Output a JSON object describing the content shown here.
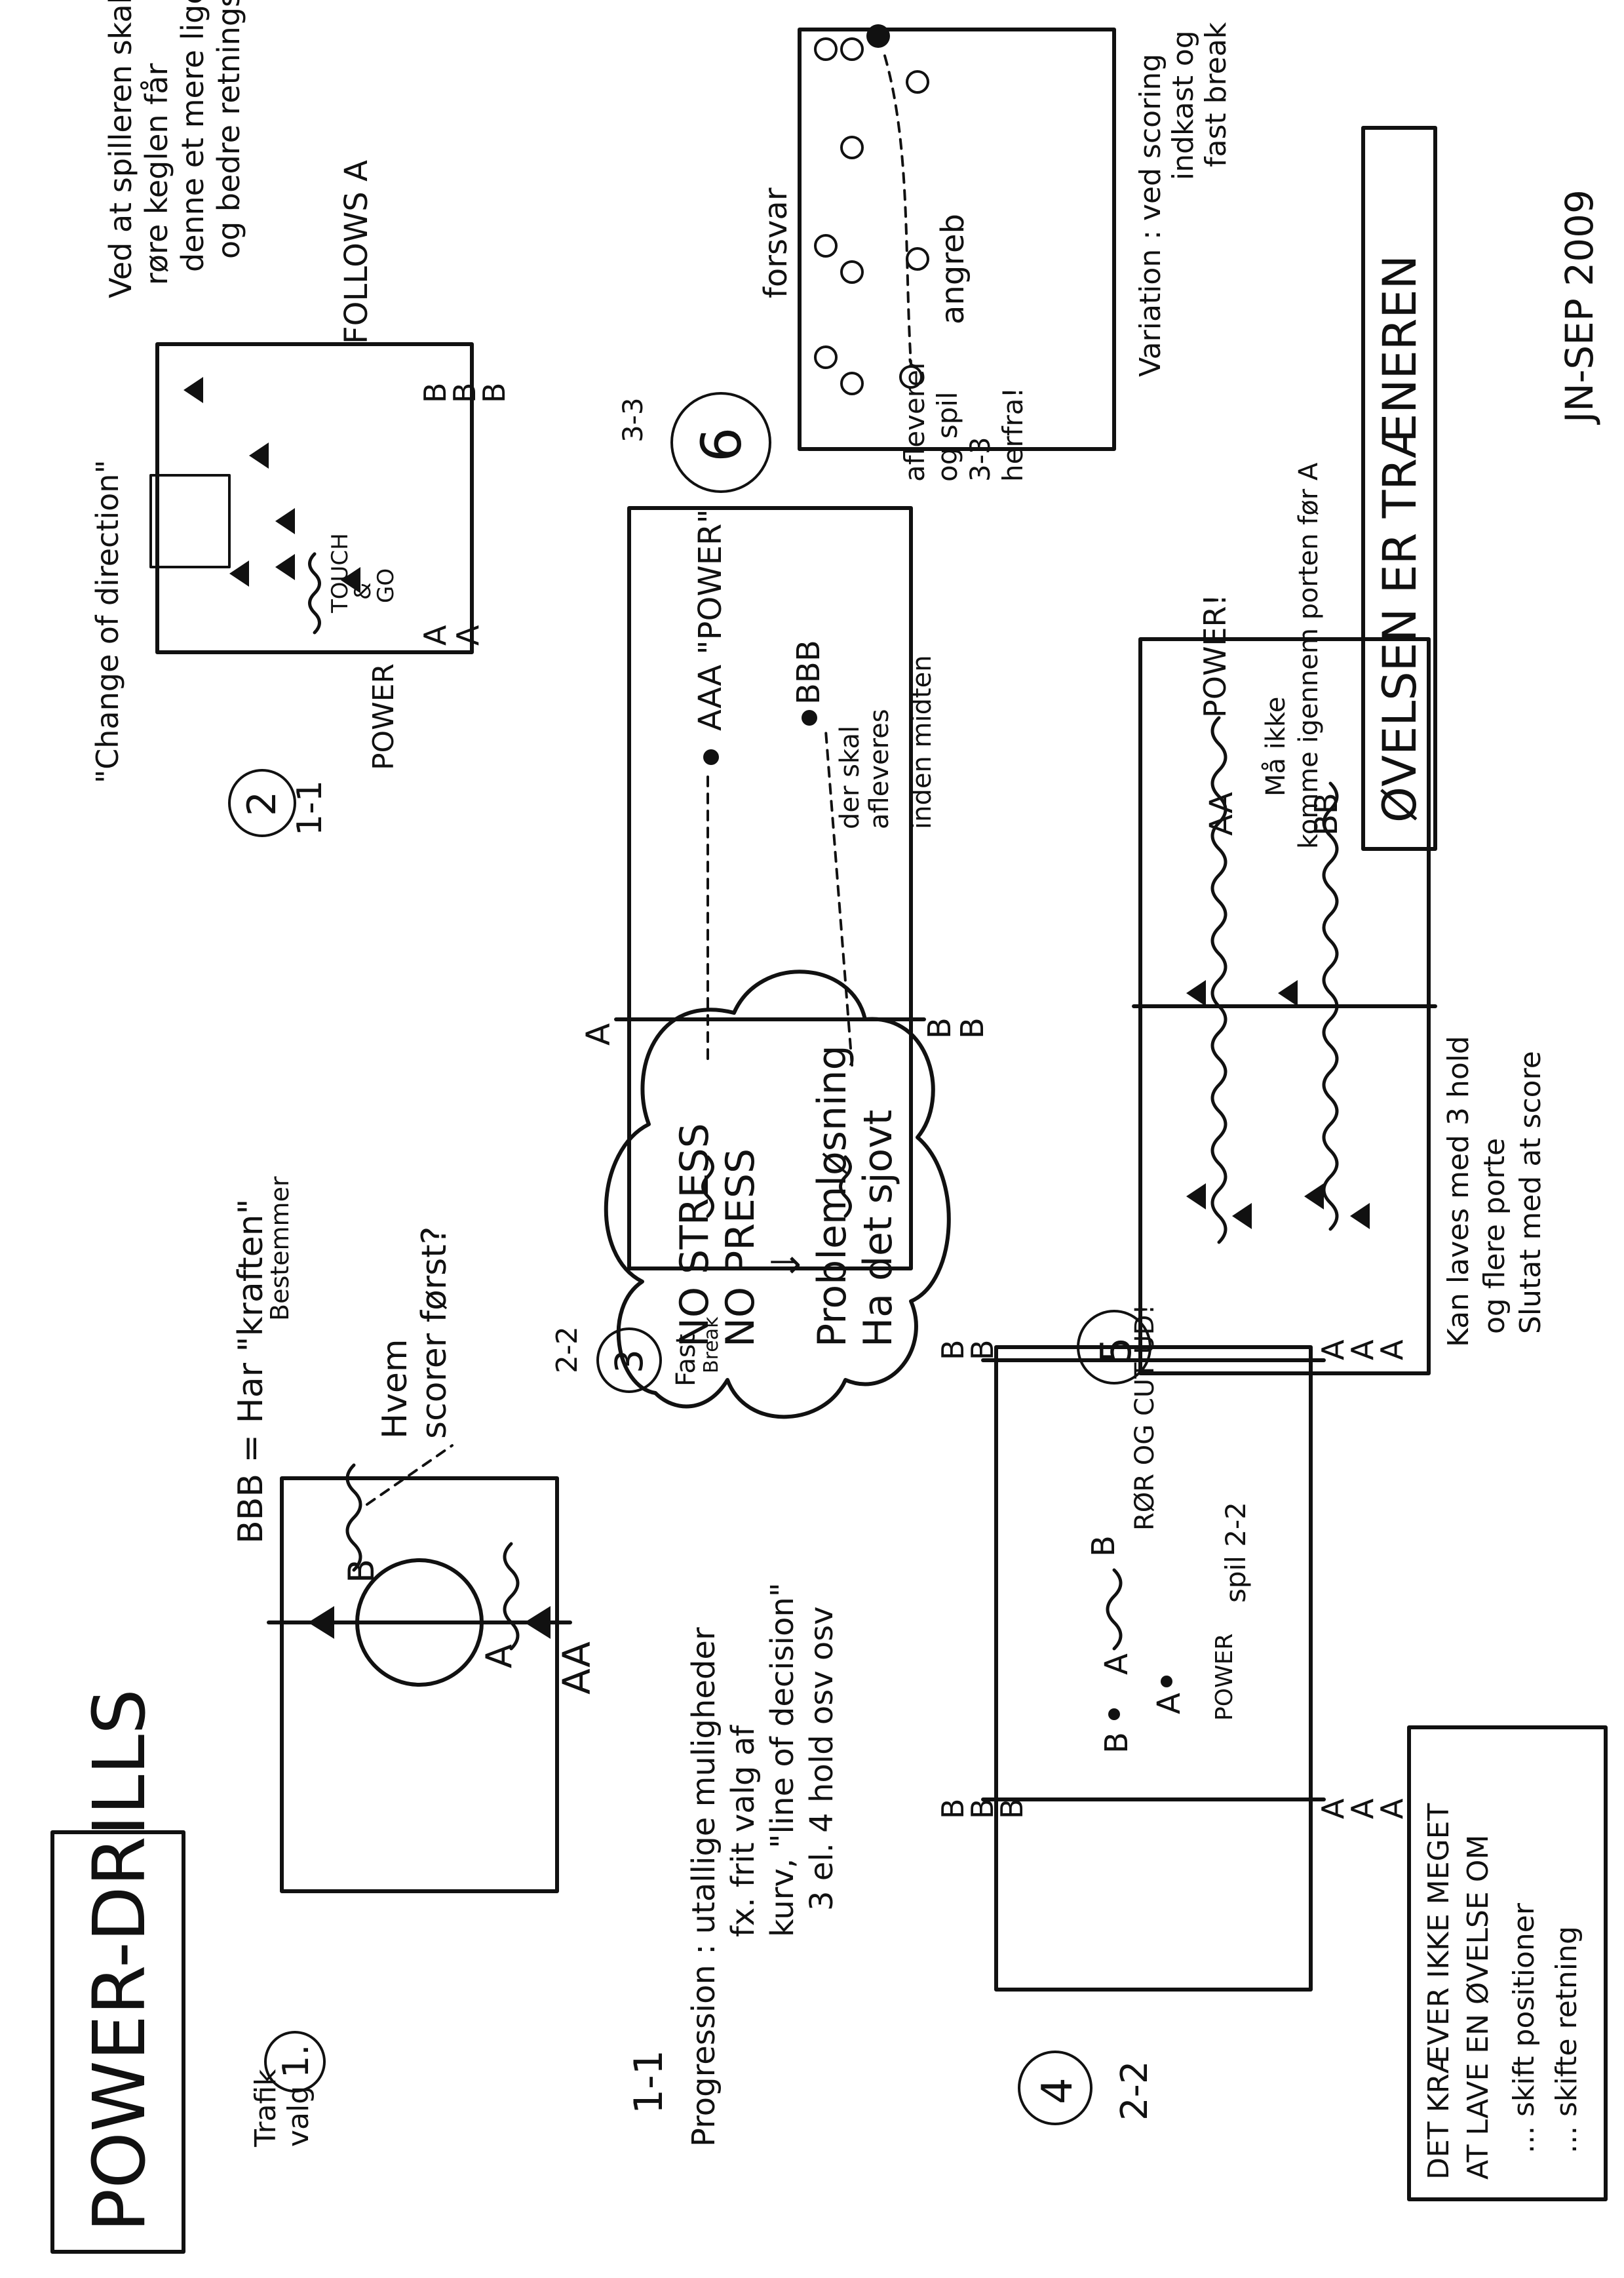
{
  "title": "POWER-DRILLS",
  "date": "JN-SEP 2009",
  "note_no_stress": {
    "line1": "NO STRESS",
    "line2": "NO PRESS",
    "arrow": "⇓",
    "line3": "Problemløsning",
    "line4": "Ha det sjovt"
  },
  "drill1": {
    "number": "1.",
    "side_label_1": "Trafik",
    "side_label_2": "valg",
    "mode": "1-1",
    "bbb_line": "BBB = Har \"kraften\"",
    "bbb_sub": "Bestemmer",
    "who_scores_1": "Hvem",
    "who_scores_2": "scorer først?",
    "b_label": "B",
    "a_label": "A",
    "aa_label": "AA",
    "progression_1": "Progression : utallige muligheder",
    "progression_2": "fx. frit valg af",
    "progression_3": "kurv, \"line of decision\"",
    "progression_4": "3 el. 4 hold osv osv"
  },
  "drill2": {
    "number": "2",
    "mode": "1-1",
    "heading": "\"Change of direction\"",
    "touch_1": "TOUCH",
    "touch_2": "&",
    "touch_3": "GO",
    "power_label": "POWER",
    "a1": "A",
    "a2": "A",
    "b1": "B",
    "b2": "B",
    "b3": "B",
    "follows": "FOLLOWS A",
    "note_1": "Ved at spilleren skal",
    "note_2": "røre keglen får",
    "note_3": "denne et mere lige",
    "note_4": "og bedre retningsskifte"
  },
  "drill3": {
    "number": "3",
    "mode": "2-2",
    "fast_1": "Fast",
    "fast_2": "Break",
    "power": "AAA \"POWER\"",
    "bbb": "BBB",
    "a_top": "A",
    "b_bottom_1": "B",
    "b_bottom_2": "B",
    "note_1": "der skal",
    "note_2": "afleveres",
    "note_3": "inden midten"
  },
  "drill4": {
    "number": "4",
    "mode": "2-2",
    "b_left": "B",
    "b_left_2": "B",
    "b_left_3": "B",
    "b_right": "B",
    "b_right_2": "B",
    "a_left": "A",
    "a_left_2": "A",
    "a_left_3": "A",
    "a_right": "A",
    "a_right_2": "A",
    "a_right_3": "A",
    "inner_b1": "B",
    "inner_a1": "A",
    "inner_a2": "A",
    "inner_b2": "B",
    "power": "POWER",
    "cut": "RØR OG CUT UD!",
    "play": "spil 2-2"
  },
  "drill5": {
    "number": "5",
    "power": "POWER!",
    "aa": "AA",
    "bb": "BB",
    "note_1": "Kan laves med 3 hold",
    "note_2": "og flere porte",
    "note_3": "Slutat med at score",
    "must_1": "Må ikke",
    "must_2": "komme igennem porten før A"
  },
  "drill6": {
    "number": "6",
    "mode": "3-3",
    "forsvar": "forsvar",
    "angreb": "angreb",
    "afleverer_1": "afleverer",
    "afleverer_2": "og spil",
    "afleverer_3": "3-3",
    "afleverer_4": "herfra!",
    "variation_1": "Variation : ved scoring",
    "variation_2": "indkast og",
    "variation_3": "fast break"
  },
  "trainer_box": "ØVELSEN ER TRÆNEREN",
  "footer_box": {
    "line1": "DET KRÆVER IKKE MEGET",
    "line2": "AT LAVE EN ØVELSE OM",
    "line3": "... skift positioner",
    "line4": "... skifte retning"
  }
}
